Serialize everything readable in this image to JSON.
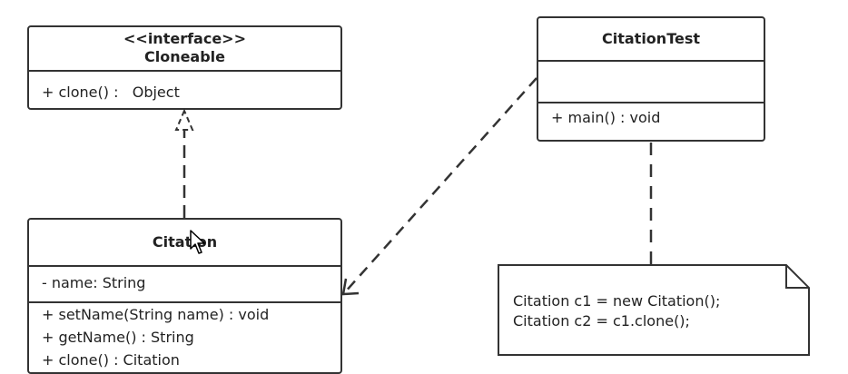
{
  "colors": {
    "stroke": "#333333",
    "background": "#ffffff",
    "text": "#222222"
  },
  "cloneable": {
    "stereotype": "<<interface>>",
    "name": "Cloneable",
    "methods": [
      "+ clone() :   Object"
    ]
  },
  "citation_test": {
    "name": "CitationTest",
    "attributes": [],
    "methods": [
      "+ main() : void"
    ]
  },
  "citation": {
    "name": "Citation",
    "attributes": [
      "- name: String"
    ],
    "methods": [
      "+ setName(String name) : void",
      "+ getName() : String",
      "+ clone() : Citation"
    ]
  },
  "note": {
    "lines": [
      "Citation c1 = new Citation();",
      "Citation c2 = c1.clone();"
    ]
  },
  "relations": [
    {
      "type": "realization",
      "from": "Citation",
      "to": "Cloneable"
    },
    {
      "type": "dependency",
      "from": "CitationTest",
      "to": "Citation"
    },
    {
      "type": "note-anchor",
      "from": "CitationTest",
      "to": "note"
    }
  ],
  "cursor": "arrow-pointer-icon"
}
